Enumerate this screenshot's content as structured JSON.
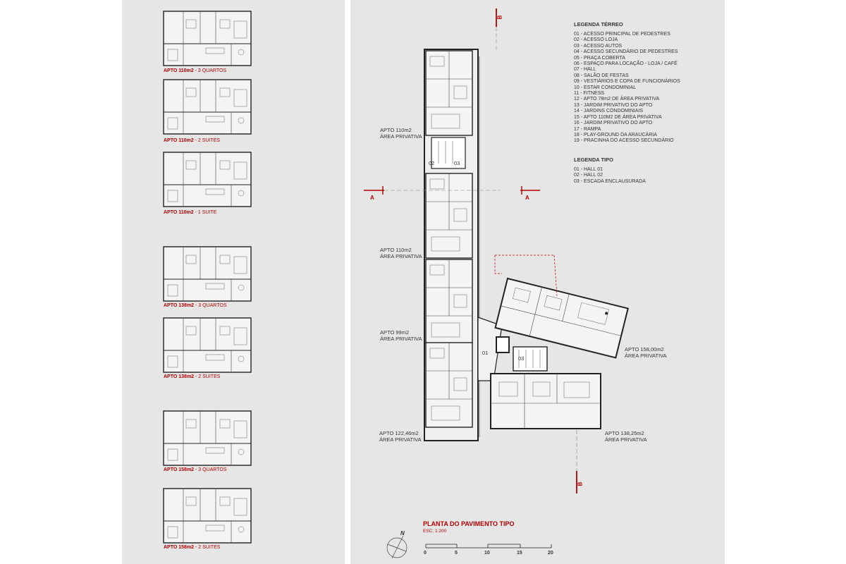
{
  "apartment_types": [
    {
      "name": "APTO 110m2",
      "detail": " - 3 QUARTOS"
    },
    {
      "name": "APTO 110m2",
      "detail": " - 2 SUITES"
    },
    {
      "name": "APTO 110m2",
      "detail": " - 1 SUITE"
    },
    {
      "name": "APTO 138m2",
      "detail": " - 3 QUARTOS"
    },
    {
      "name": "APTO 138m2",
      "detail": " - 2 SUITES"
    },
    {
      "name": "APTO 158m2",
      "detail": " - 3 QUARTOS"
    },
    {
      "name": "APTO 158m2",
      "detail": " - 2 SUITES"
    }
  ],
  "legend_terreo": {
    "title": "LEGENDA TÉRREO",
    "items": [
      "01 - ACESSO PRINCIPAL DE PEDESTRES",
      "02 - ACESSO LOJA",
      "03 - ACESSO AUTOS",
      "04 - ACESSO SECUNDÁRIO DE PEDESTRES",
      "05 - PRAÇA COBERTA",
      "06 - ESPAÇO PARA LOCAÇÃO - LOJA / CAFÉ",
      "07 - HALL",
      "08 - SALÃO DE FESTAS",
      "09 - VESTIÁRIOS E COPA DE FUNCIONÁRIOS",
      "10 - ESTAR CONDOMINIAL",
      "11 - FITNESS",
      "12 - APTO 78m2 DE ÁREA PRIVATIVA",
      "13 - JARDIM PRIVATIVO DO APTO",
      "14 - JARDINS CONDOMINIAIS",
      "15 - APTO 110M2 DE ÁREA PRIVATIVA",
      "16 - JARDIM PRIVATIVO DO APTO",
      "17 - RAMPA",
      "18 - PLAY-GROUND DA ARAUCÁRIA",
      "19 - PRACINHA DO ACESSO SECUNDÁRIO"
    ]
  },
  "legend_tipo": {
    "title": "LEGENDA TIPO",
    "items": [
      "01 - HALL 01",
      "02 - HALL 02",
      "03 - ESCADA ENCLAUSURADA"
    ]
  },
  "plan_labels": {
    "apto_110_top": {
      "l1": "APTO 110m2",
      "l2": "ÁREA PRIVATIVA"
    },
    "apto_110_mid": {
      "l1": "APTO 110m2",
      "l2": "ÁREA PRIVATIVA"
    },
    "apto_99": {
      "l1": "APTO 99m2",
      "l2": "ÁREA PRIVATIVA"
    },
    "apto_122": {
      "l1": "APTO 122,46m2",
      "l2": "ÁREA PRIVATIVA"
    },
    "apto_158": {
      "l1": "APTO 158,00m2",
      "l2": "ÁREA PRIVATIVA"
    },
    "apto_138": {
      "l1": "APTO 138,25m2",
      "l2": "ÁREA PRIVATIVA"
    }
  },
  "room_numbers": {
    "r02": "02",
    "r03a": "03",
    "r01": "01",
    "r03b": "03"
  },
  "section_markers": {
    "a_left": "A",
    "a_right": "A",
    "b_top": "B",
    "b_bottom": "B"
  },
  "drawing_title": {
    "main": "PLANTA DO PAVIMENTO TIPO",
    "scale": "ESC. 1:200"
  },
  "north": "N",
  "scale_bar": [
    "0",
    "5",
    "10",
    "15",
    "20"
  ],
  "colors": {
    "panel": "#e6e6e6",
    "accent": "#b30000",
    "line": "#222222"
  }
}
